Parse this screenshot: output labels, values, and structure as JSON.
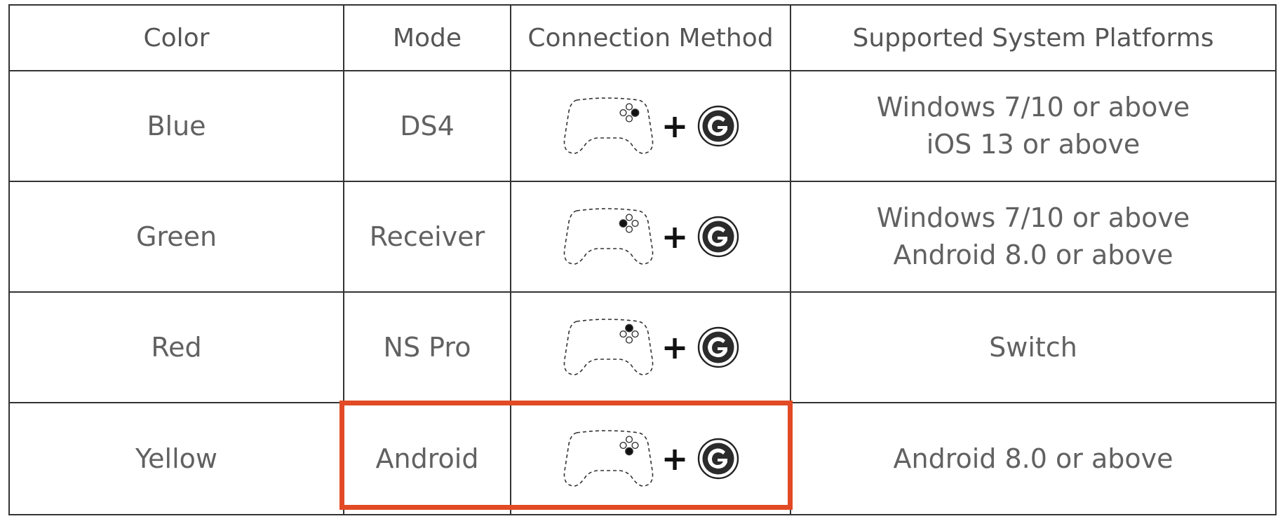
{
  "table": {
    "headers": [
      "Color",
      "Mode",
      "Connection Method",
      "Supported System Platforms"
    ],
    "rows": [
      {
        "color": "Blue",
        "mode": "DS4",
        "active_button": "right",
        "platforms": [
          "Windows 7/10 or above",
          "iOS 13 or above"
        ]
      },
      {
        "color": "Green",
        "mode": "Receiver",
        "active_button": "left",
        "platforms": [
          "Windows 7/10 or above",
          "Android 8.0 or above"
        ]
      },
      {
        "color": "Red",
        "mode": "NS Pro",
        "active_button": "top",
        "platforms": [
          "Switch"
        ]
      },
      {
        "color": "Yellow",
        "mode": "Android",
        "active_button": "bottom",
        "platforms": [
          "Android 8.0 or above"
        ]
      }
    ],
    "connection_plus": "+",
    "icons": {
      "controller": "controller-icon",
      "home_button": "home-button-icon"
    }
  },
  "highlight": {
    "row": "Yellow",
    "columns": [
      "Mode",
      "Connection Method"
    ],
    "color": "#e14a24"
  },
  "colors": {
    "grid": "#333333",
    "text": "#5c5c5c"
  }
}
